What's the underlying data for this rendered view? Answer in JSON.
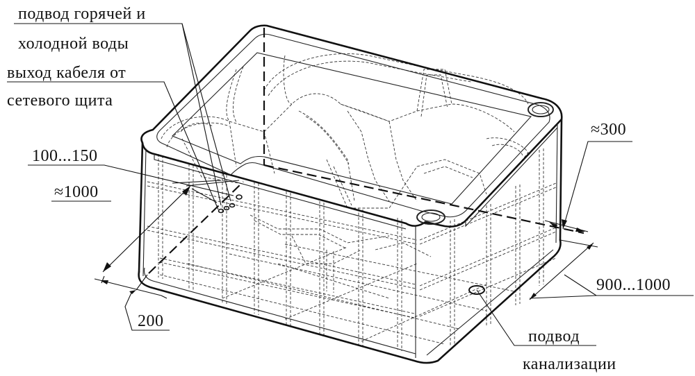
{
  "labels": {
    "supply_line1": "подвод горячей и",
    "supply_line2": "холодной воды",
    "cable_line1": "выход кабеля от",
    "cable_line2": "сетевого щита",
    "dim_height_range": "100...150",
    "dim_length": "≈1000",
    "dim_offset": "≈300",
    "dim_width_range": "900...1000",
    "dim_edge": "200",
    "drain_line1": "подвод",
    "drain_line2": "канализации"
  }
}
